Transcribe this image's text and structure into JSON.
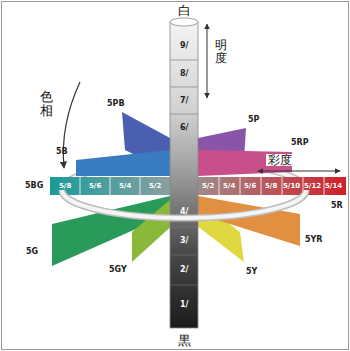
{
  "diagram": {
    "labels": [
      "白",
      "明度",
      "色相",
      "5PB",
      "5P",
      "5RP",
      "彩度",
      "5B",
      "5BG",
      "5R",
      "5G",
      "5GY",
      "5Y",
      "5YR",
      "黒",
      "9/",
      "8/",
      "7/",
      "6/",
      "4/",
      "3/",
      "2/",
      "1/",
      "5/8",
      "5/6",
      "5/4",
      "5/2",
      "5/2",
      "5/4",
      "5/6",
      "5/8",
      "5/10",
      "5/12",
      "5/14"
    ]
  }
}
